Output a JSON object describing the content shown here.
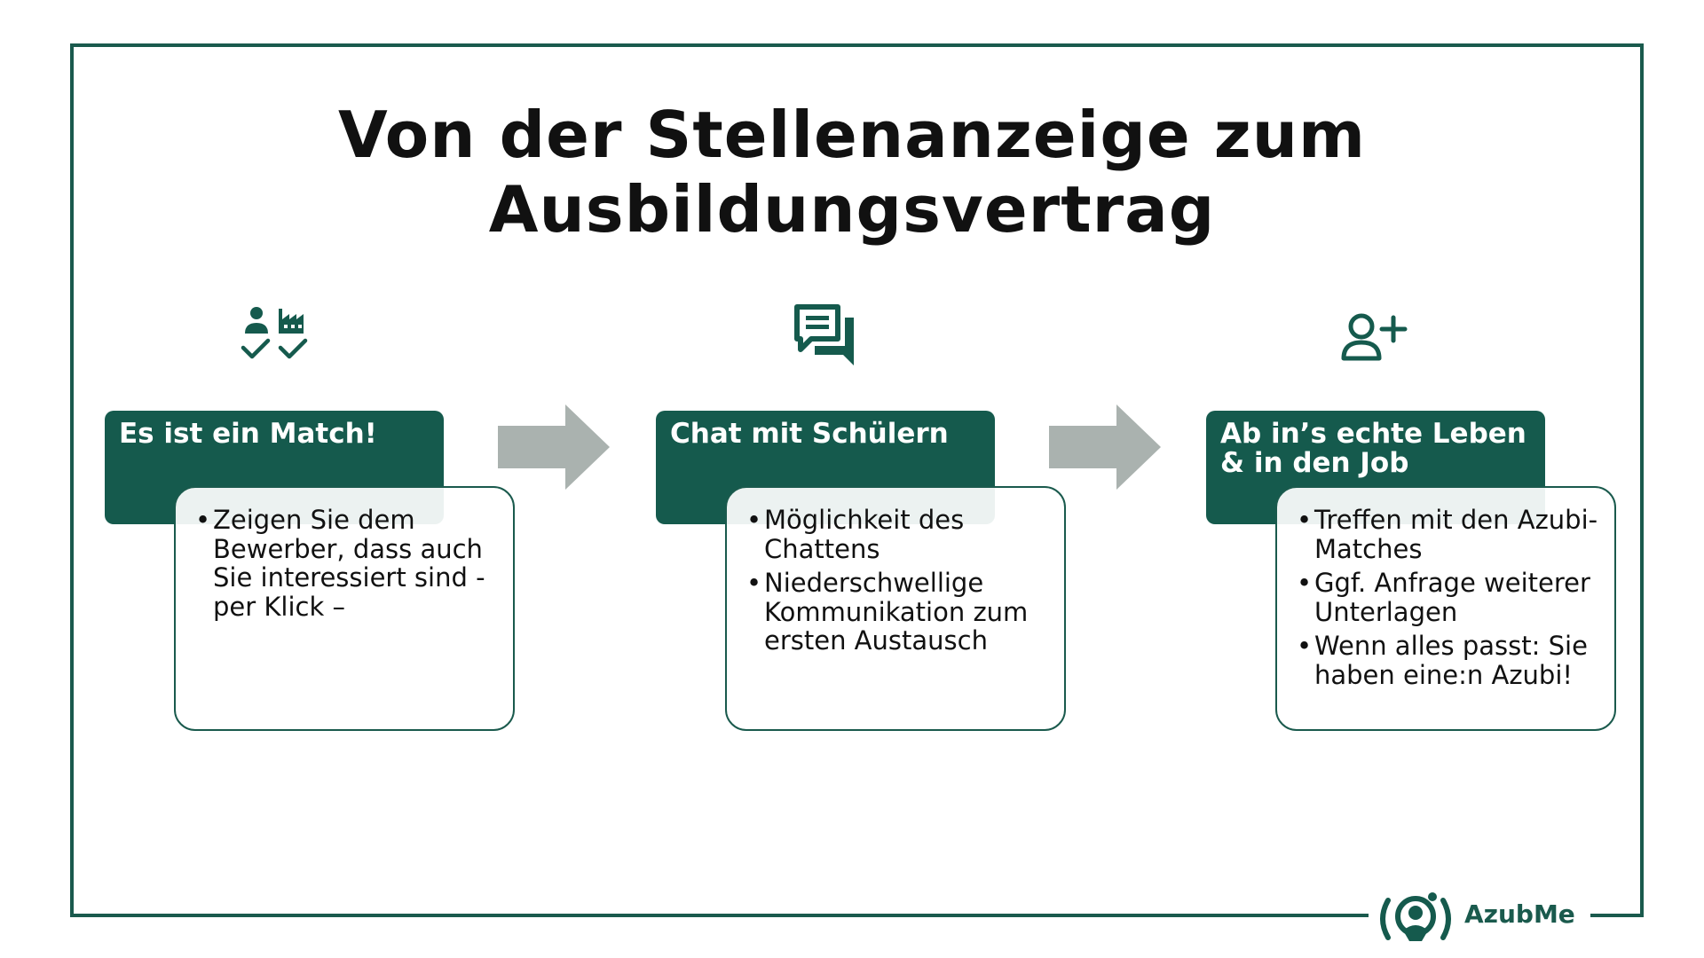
{
  "title": "Von der Stellenanzeige zum Ausbildungsvertrag",
  "colors": {
    "primary": "#155a4d",
    "arrow": "#aab2af",
    "text": "#111111"
  },
  "steps": [
    {
      "icon": "person-factory-check-icon",
      "header": "Es ist ein Match!",
      "bullets": [
        "Zeigen Sie dem Bewerber, dass auch Sie interessiert sind - per Klick –"
      ]
    },
    {
      "icon": "chat-bubbles-icon",
      "header": "Chat mit Schülern",
      "bullets": [
        "Möglichkeit des Chattens",
        "Niederschwellige Kommunikation zum ersten Austausch"
      ]
    },
    {
      "icon": "person-add-icon",
      "header_line1": "Ab in’s echte Leben",
      "header_line2": "& in den Job",
      "bullets": [
        "Treffen mit den Azubi-Matches",
        "Ggf. Anfrage weiterer Unterlagen",
        "Wenn alles passt: Sie haben eine:n Azubi!"
      ]
    }
  ],
  "brand": {
    "name": "AzubMe",
    "icon": "azubme-logo-icon"
  }
}
